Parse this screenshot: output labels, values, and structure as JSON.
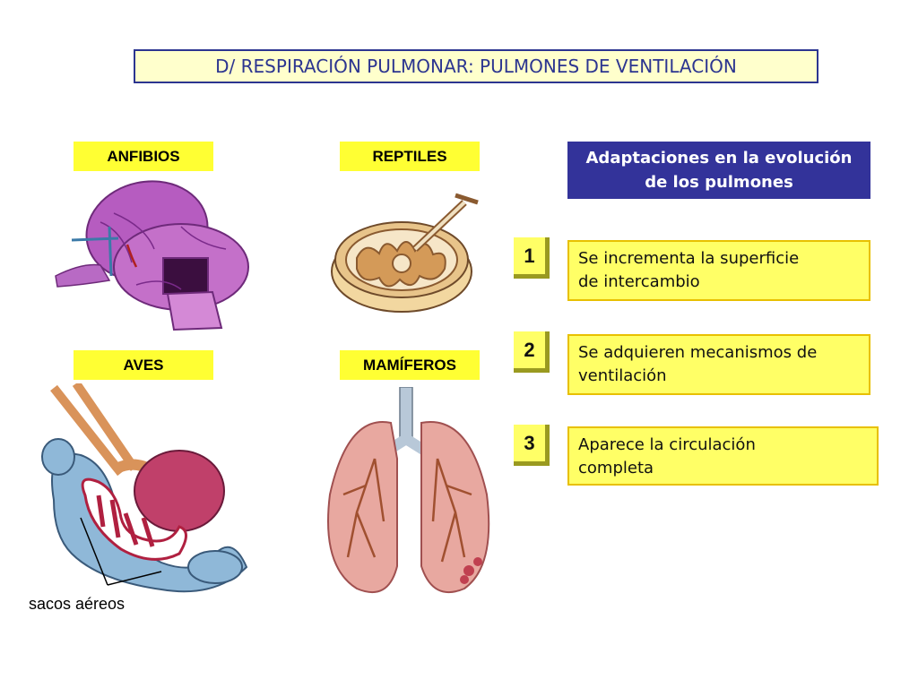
{
  "title": "D/ RESPIRACIÓN PULMONAR: PULMONES DE VENTILACIÓN",
  "groups": {
    "anfibios": "ANFIBIOS",
    "reptiles": "REPTILES",
    "aves": "AVES",
    "mamiferos": "MAMÍFEROS"
  },
  "panel": {
    "heading_line1": "Adaptaciones en la evolución",
    "heading_line2": "de los pulmones",
    "items": [
      {
        "number": "1",
        "line1": "Se incrementa la superficie",
        "line2": "de intercambio"
      },
      {
        "number": "2",
        "line1": "Se adquieren mecanismos de",
        "line2": "ventilación"
      },
      {
        "number": "3",
        "line1": "Aparece la circulación",
        "line2": "completa"
      }
    ]
  },
  "caption": "sacos aéreos",
  "colors": {
    "title_border": "#2c3590",
    "label_bg": "#ffff33",
    "heading_bg": "#33339a",
    "item_bg": "#ffff66"
  }
}
